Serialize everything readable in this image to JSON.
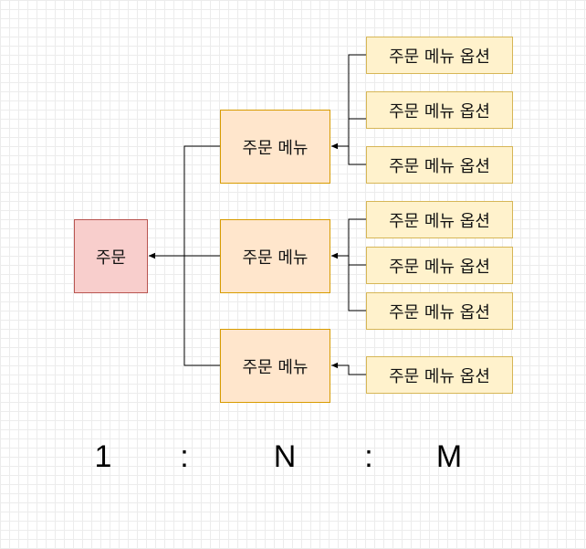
{
  "order": {
    "label": "주문"
  },
  "menus": [
    {
      "label": "주문 메뉴",
      "options": [
        {
          "label": "주문 메뉴 옵션"
        },
        {
          "label": "주문 메뉴 옵션"
        },
        {
          "label": "주문 메뉴 옵션"
        }
      ]
    },
    {
      "label": "주문 메뉴",
      "options": [
        {
          "label": "주문 메뉴 옵션"
        },
        {
          "label": "주문 메뉴 옵션"
        },
        {
          "label": "주문 메뉴 옵션"
        }
      ]
    },
    {
      "label": "주문 메뉴",
      "options": [
        {
          "label": "주문 메뉴 옵션"
        }
      ]
    }
  ],
  "cardinality": {
    "order": "1",
    "sep1": ":",
    "menu": "N",
    "sep2": ":",
    "option": "M"
  },
  "colors": {
    "order_fill": "#f8cecc",
    "order_stroke": "#b85450",
    "menu_fill": "#ffe6cc",
    "menu_stroke": "#d79b00",
    "option_fill": "#fff2cc",
    "option_stroke": "#d6b656",
    "edge": "#000000"
  }
}
